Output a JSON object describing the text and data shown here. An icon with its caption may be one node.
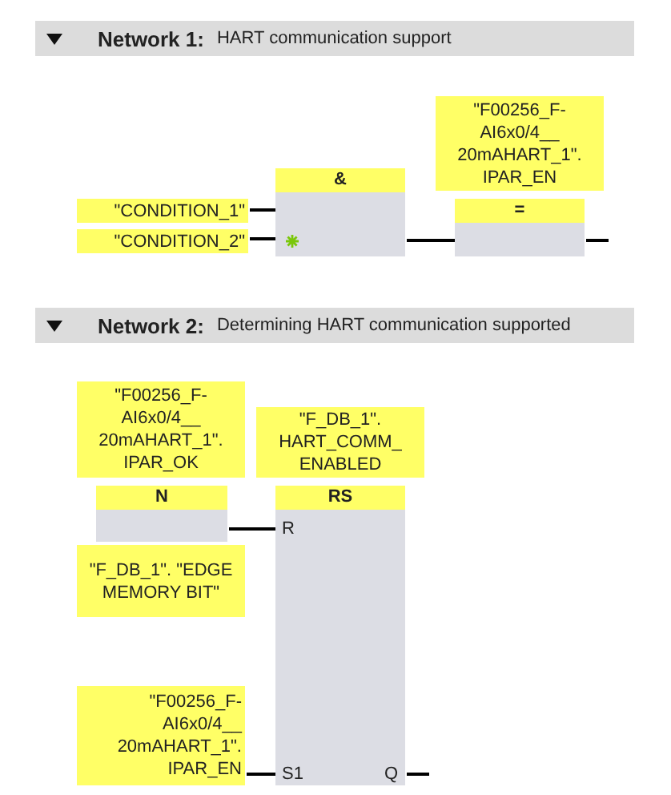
{
  "diagram": {
    "nodes": [
      {
        "text": [
          "Network 1:",
          "HART communication support"
        ]
      },
      {
        "text": [
          "\"CONDITION_1\""
        ]
      },
      {
        "text": [
          "\"CONDITION_2\""
        ]
      },
      {
        "text": [
          "&"
        ]
      },
      {
        "text": [
          "\"F00256_F- AI6x0/4__ 20mAHART_1\". IPAR_EN"
        ]
      },
      {
        "text": [
          "="
        ]
      },
      {
        "text": [
          "Network 2:",
          "Determining HART communication supported"
        ]
      },
      {
        "text": [
          "\"F00256_F- AI6x0/4__ 20mAHART_1\". IPAR_OK"
        ]
      },
      {
        "text": [
          "\"F_DB_1\". HART_COMM_ ENABLED"
        ]
      },
      {
        "text": [
          "N"
        ]
      },
      {
        "text": [
          "RS",
          "R",
          "S1",
          "Q"
        ]
      },
      {
        "text": [
          "\"F_DB_1\". \"EDGE MEMORY BIT\""
        ]
      },
      {
        "text": [
          "\"F00256_F- AI6x0/4__ 20mAHART_1\". IPAR_EN"
        ]
      }
    ],
    "edges": [
      {
        "from": 1,
        "to": 3,
        "arrow": "none"
      },
      {
        "from": 2,
        "to": 3,
        "arrow": "none"
      },
      {
        "from": 3,
        "to": 5,
        "arrow": "none"
      },
      {
        "from": 5,
        "to": null,
        "arrow": "none"
      },
      {
        "from": 9,
        "to": 10,
        "arrow": "none"
      },
      {
        "from": 12,
        "to": 10,
        "arrow": "none"
      },
      {
        "from": 10,
        "to": null,
        "arrow": "none"
      }
    ]
  }
}
